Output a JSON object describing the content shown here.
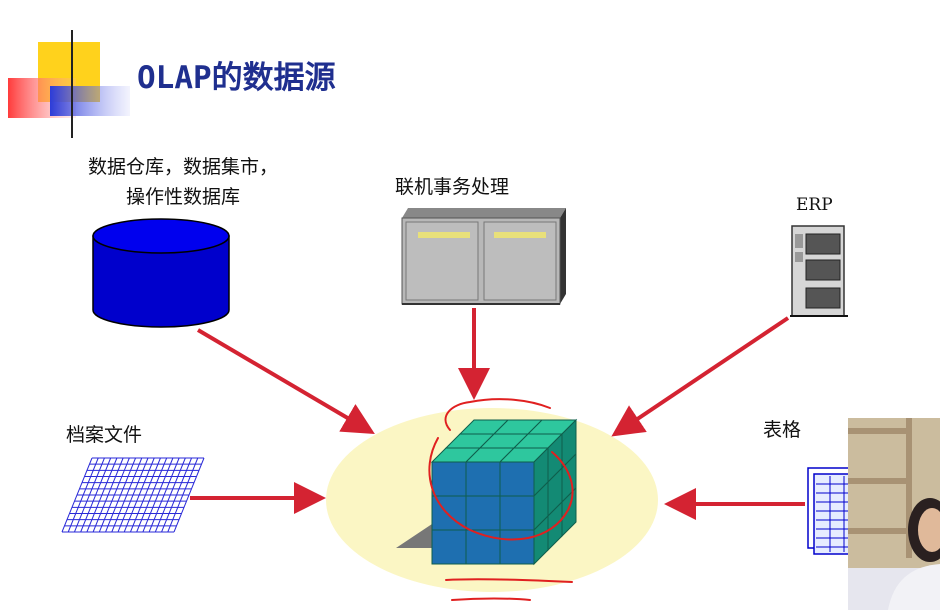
{
  "slide": {
    "title": "OLAP的数据源"
  },
  "sources": {
    "data_warehouse_line1": "数据仓库，数据集市，",
    "data_warehouse_line2": "操作性数据库",
    "oltp": "联机事务处理",
    "erp": "ERP",
    "files": "档案文件",
    "spreadsheets": "表格"
  },
  "colors": {
    "title": "#1f2f8f",
    "arrow": "#d42332",
    "cylinder": "#0000cc",
    "cube": "#1fa88c",
    "ellipse": "#fbf6c4",
    "grid": "#2a2ad8",
    "annotation": "#e02020"
  }
}
